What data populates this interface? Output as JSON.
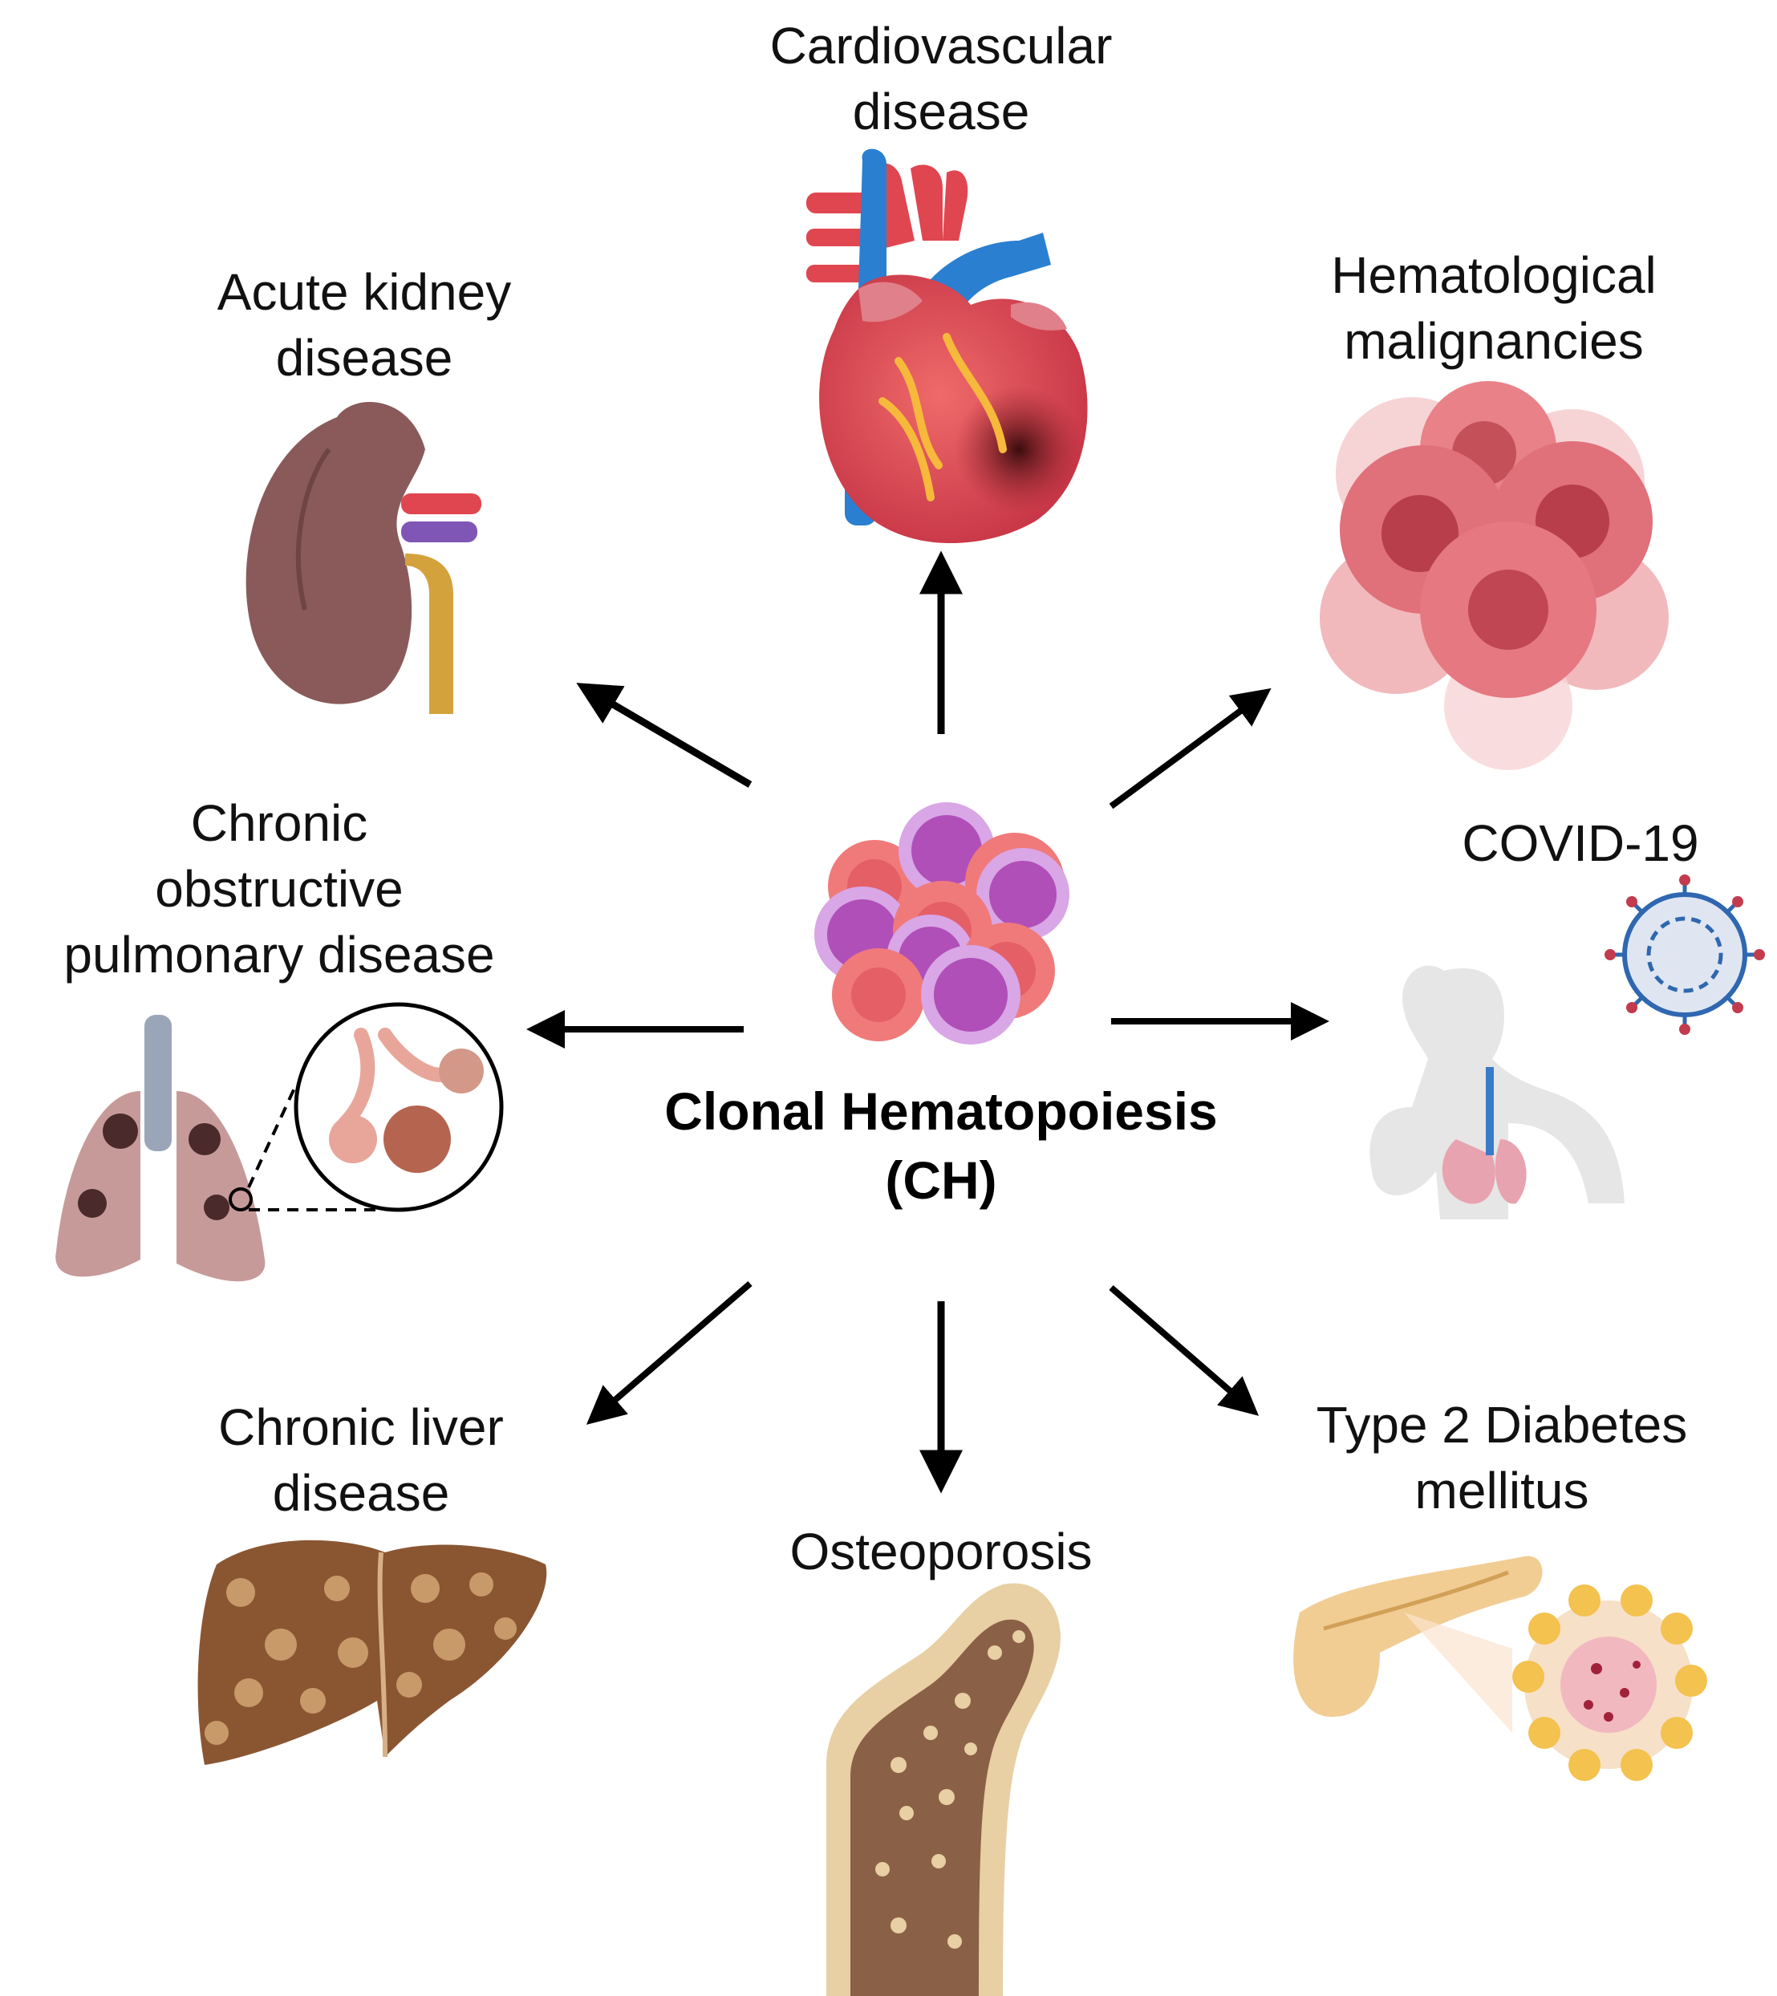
{
  "center": {
    "line1": "Clonal Hematopoiesis",
    "line2": "(CH)"
  },
  "conditions": {
    "cardiovascular": {
      "line1": "Cardiovascular",
      "line2": "disease",
      "icon": "heart-icon"
    },
    "kidney": {
      "line1": "Acute kidney",
      "line2": "disease",
      "icon": "kidney-icon"
    },
    "hematological": {
      "line1": "Hematological",
      "line2": "malignancies",
      "icon": "cancer-cells-icon"
    },
    "copd": {
      "line1": "Chronic",
      "line2": "obstructive",
      "line3": "pulmonary disease",
      "icon": "lungs-icon"
    },
    "covid": {
      "line1": "COVID-19",
      "icon": "coughing-person-virus-icon"
    },
    "liver": {
      "line1": "Chronic liver",
      "line2": "disease",
      "icon": "liver-icon"
    },
    "osteoporosis": {
      "line1": "Osteoporosis",
      "icon": "femur-bone-icon"
    },
    "diabetes": {
      "line1": "Type 2 Diabetes",
      "line2": "mellitus",
      "icon": "pancreas-icon"
    }
  },
  "colors": {
    "arrow": "#000000",
    "text": "#111111"
  }
}
